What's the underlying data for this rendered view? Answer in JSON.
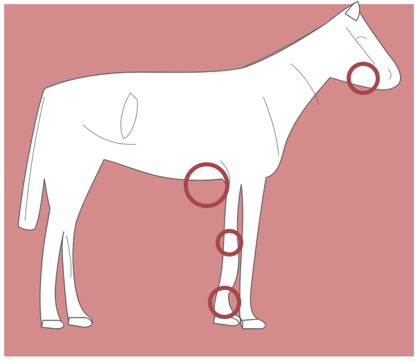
{
  "background_color": "#d38b8c",
  "frame_color": "#ffffff",
  "horse": {
    "body_fill": "#ffffff",
    "outline_color": "#5f6165"
  },
  "markers": {
    "color": "#a8474b",
    "items": [
      {
        "name": "chin-groove-marker"
      },
      {
        "name": "elbow-girth-marker"
      },
      {
        "name": "knee-marker"
      },
      {
        "name": "fetlock-marker"
      }
    ]
  }
}
